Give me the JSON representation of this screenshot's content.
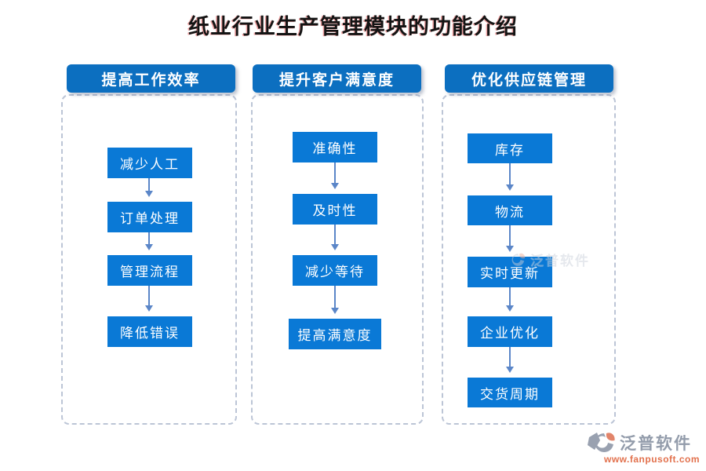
{
  "title": "纸业行业生产管理模块的功能介绍",
  "columns": [
    {
      "header": "提高工作效率",
      "items": [
        "减少人工",
        "订单处理",
        "管理流程",
        "降低错误"
      ]
    },
    {
      "header": "提升客户满意度",
      "items": [
        "准确性",
        "及时性",
        "减少等待",
        "提高满意度"
      ]
    },
    {
      "header": "优化供应链管理",
      "items": [
        "库存",
        "物流",
        "实时更新",
        "企业优化",
        "交货周期"
      ]
    }
  ],
  "watermark": {
    "brand": "泛普软件",
    "url": "www.fanpusoft.com",
    "faint_brand": "泛普软件",
    "logo_icon": "fanpu-logo-icon"
  },
  "colors": {
    "header_blue": "#0c6fc0",
    "box_blue": "#0a79d6",
    "arrow_blue": "#5b86c8",
    "dashed_border": "#bcc5d6",
    "brand_gray": "#939cab",
    "brand_orange": "#e2714d",
    "title_black": "#141414"
  }
}
